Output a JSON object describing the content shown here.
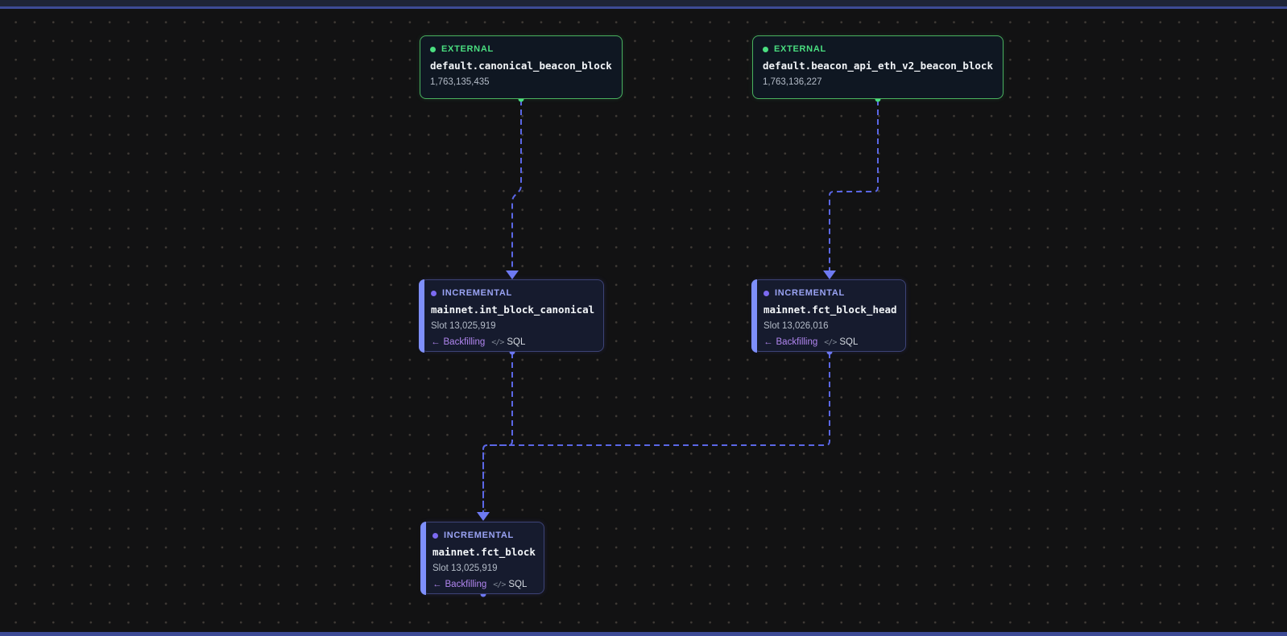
{
  "colors": {
    "external_green": "#4ade80",
    "incremental_violet": "#7c6af2",
    "incremental_label": "#9aa3f4",
    "edge": "#5b67e6",
    "edge_arrow": "#6e7af2",
    "backfill_purple": "#b186f0",
    "accent_bar": "#7e8ffb",
    "strip_blue": "#3d4b96"
  },
  "icons": {
    "back_arrow": "←",
    "code": "</>"
  },
  "nodes": [
    {
      "id": "default.canonical_beacon_block",
      "kind": "external",
      "type_label": "EXTERNAL",
      "title": "default.canonical_beacon_block",
      "value": "1,763,135,435"
    },
    {
      "id": "default.beacon_api_eth_v2_beacon_block",
      "kind": "external",
      "type_label": "EXTERNAL",
      "title": "default.beacon_api_eth_v2_beacon_block",
      "value": "1,763,136,227"
    },
    {
      "id": "mainnet.int_block_canonical",
      "kind": "incremental",
      "type_label": "INCREMENTAL",
      "title": "mainnet.int_block_canonical",
      "value": "Slot 13,025,919",
      "status_label": "Backfilling",
      "lang_label": "SQL"
    },
    {
      "id": "mainnet.fct_block_head",
      "kind": "incremental",
      "type_label": "INCREMENTAL",
      "title": "mainnet.fct_block_head",
      "value": "Slot 13,026,016",
      "status_label": "Backfilling",
      "lang_label": "SQL"
    },
    {
      "id": "mainnet.fct_block",
      "kind": "incremental",
      "type_label": "INCREMENTAL",
      "title": "mainnet.fct_block",
      "value": "Slot 13,025,919",
      "status_label": "Backfilling",
      "lang_label": "SQL"
    }
  ],
  "edges": [
    {
      "from": "default.canonical_beacon_block",
      "to": "mainnet.int_block_canonical"
    },
    {
      "from": "default.beacon_api_eth_v2_beacon_block",
      "to": "mainnet.fct_block_head"
    },
    {
      "from": "mainnet.int_block_canonical",
      "to": "mainnet.fct_block"
    },
    {
      "from": "mainnet.fct_block_head",
      "to": "mainnet.fct_block"
    }
  ]
}
